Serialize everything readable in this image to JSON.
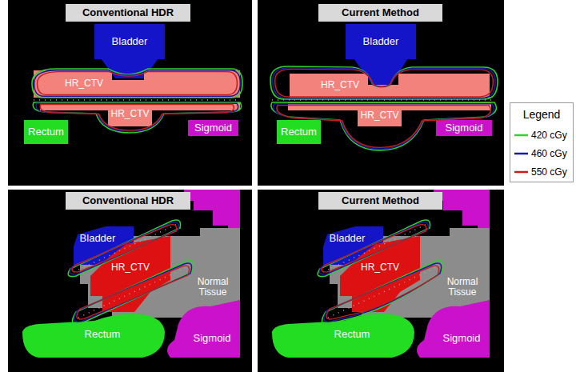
{
  "diagram": {
    "nodes": [
      {
        "text": [
          "Conventional HDR"
        ]
      },
      {
        "text": [
          "Bladder"
        ]
      },
      {
        "text": [
          "HR_CTV"
        ]
      },
      {
        "text": [
          "HR_CTV"
        ]
      },
      {
        "text": [
          "Rectum"
        ]
      },
      {
        "text": [
          "Sigmoid"
        ]
      },
      {
        "text": [
          "Current Method"
        ]
      },
      {
        "text": [
          "Bladder"
        ]
      },
      {
        "text": [
          "HR_CTV"
        ]
      },
      {
        "text": [
          "HR_CTV"
        ]
      },
      {
        "text": [
          "Rectum"
        ]
      },
      {
        "text": [
          "Sigmoid"
        ]
      },
      {
        "text": [
          "Conventional HDR"
        ]
      },
      {
        "text": [
          "Bladder"
        ]
      },
      {
        "text": [
          "HR_CTV"
        ]
      },
      {
        "text": [
          "Normal Tissue"
        ]
      },
      {
        "text": [
          "Rectum"
        ]
      },
      {
        "text": [
          "Sigmoid"
        ]
      },
      {
        "text": [
          "Current Method"
        ]
      },
      {
        "text": [
          "Bladder"
        ]
      },
      {
        "text": [
          "HR_CTV"
        ]
      },
      {
        "text": [
          "Normal Tissue"
        ]
      },
      {
        "text": [
          "Rectum"
        ]
      },
      {
        "text": [
          "Sigmoid"
        ]
      }
    ],
    "labels": [
      "Legend"
    ],
    "legend": [
      {
        "text": "420 cGy"
      },
      {
        "text": "460 cGy"
      },
      {
        "text": "550 cGy"
      }
    ]
  }
}
